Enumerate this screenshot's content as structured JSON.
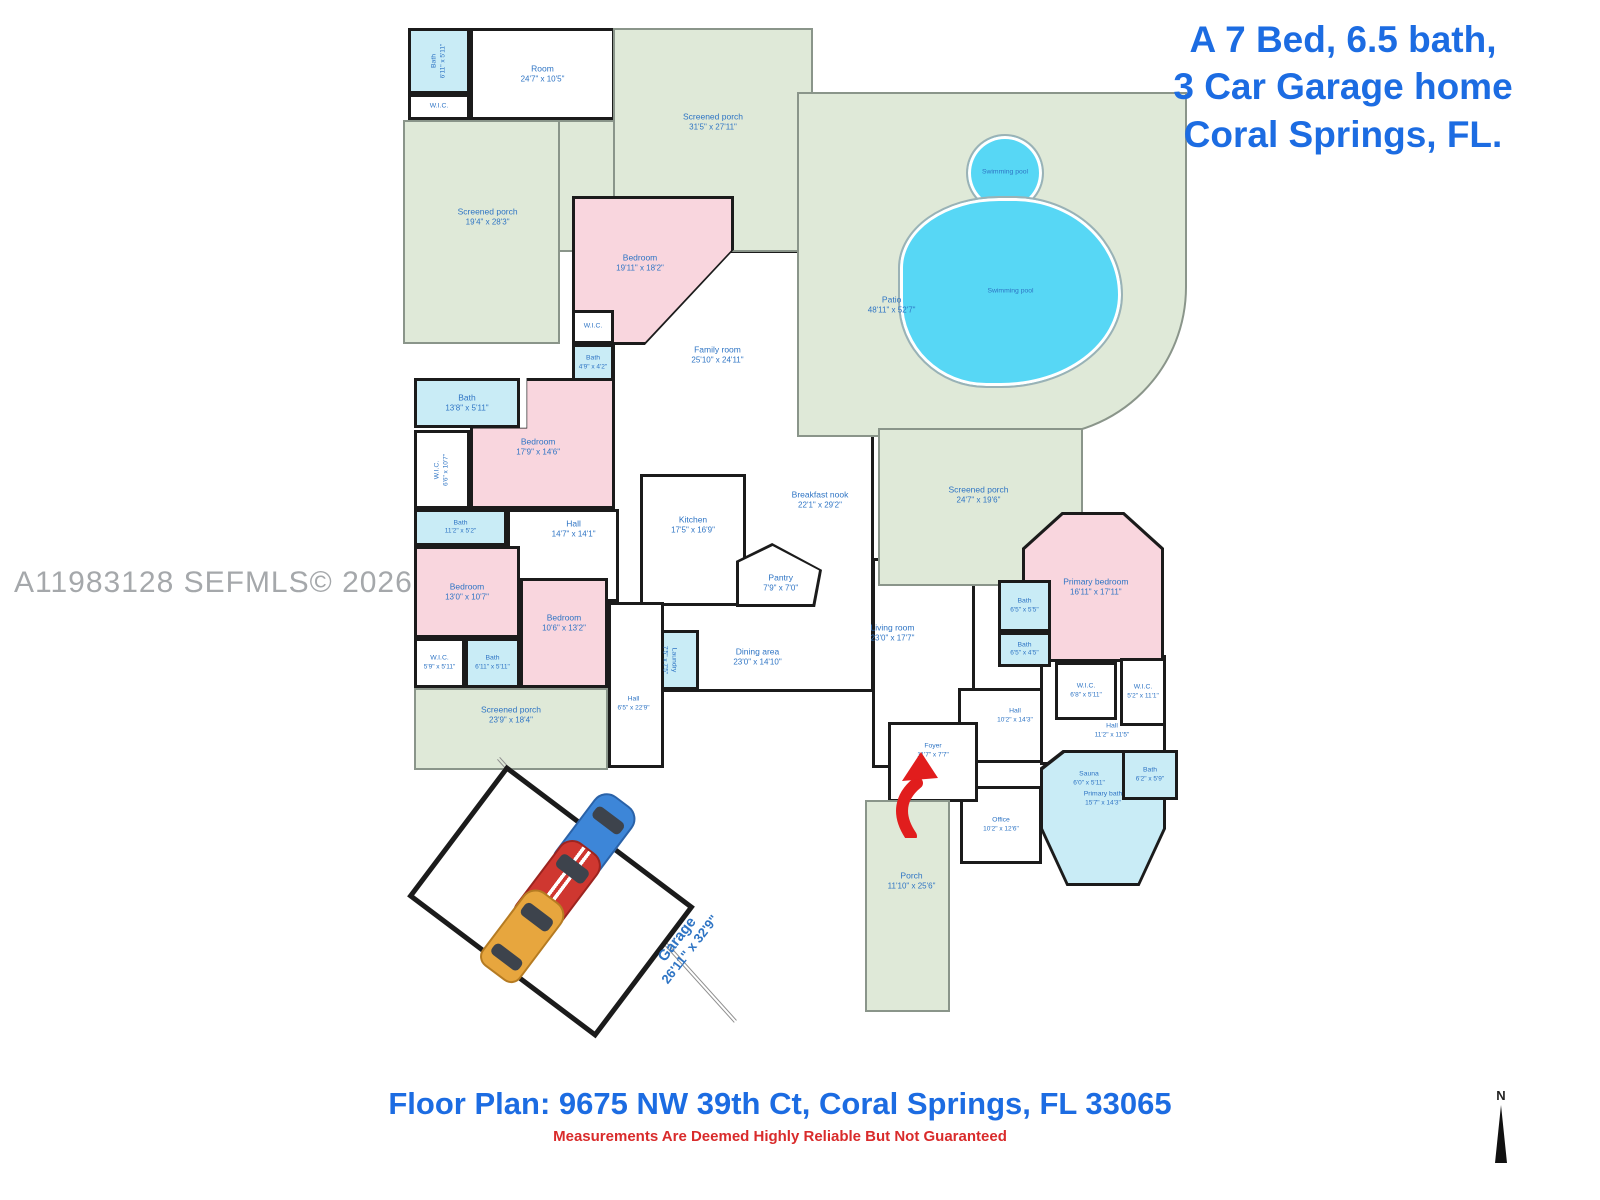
{
  "title": {
    "line1": "A 7 Bed, 6.5 bath,",
    "line2": "3 Car Garage home",
    "line3": "Coral Springs, FL."
  },
  "watermark": "A11983128  SEFMLS© 2026",
  "footer": {
    "address": "Floor Plan: 9675 NW 39th Ct, Coral Springs, FL 33065",
    "disclaimer": "Measurements Are Deemed Highly Reliable But Not Guaranteed"
  },
  "compass": {
    "north_label": "N"
  },
  "garage": {
    "label": "Garage",
    "dims": "26'11\" x 32'9\""
  },
  "colors": {
    "wall": "#1b1b1b",
    "room_label_blue": "#2e74c4",
    "bedroom_pink": "#f9d6de",
    "bath_cyan": "#c9ecf6",
    "porch_green": "#dfe9d8",
    "pool_blue": "#57d7f5",
    "title_blue": "#1c6ce2",
    "disclaimer_red": "#d92b2b",
    "watermark_gray": "#a5a8ab",
    "entry_arrow_red": "#e11d1d"
  },
  "rooms": [
    {
      "id": "bath-top",
      "name": "Bath",
      "dims": "6'11\" x 5'11\""
    },
    {
      "id": "wic-top",
      "name": "W.I.C.",
      "dims": ""
    },
    {
      "id": "room-top",
      "name": "Room",
      "dims": "24'7\" x 10'5\""
    },
    {
      "id": "sp-top",
      "name": "Screened porch",
      "dims": "31'5\" x 27'11\""
    },
    {
      "id": "sp-left",
      "name": "Screened porch",
      "dims": "19'4\" x 28'3\""
    },
    {
      "id": "bedroom1",
      "name": "Bedroom",
      "dims": "19'11\" x 18'2\""
    },
    {
      "id": "wic-b1",
      "name": "W.I.C.",
      "dims": ""
    },
    {
      "id": "bath-b1",
      "name": "Bath",
      "dims": "4'9\" x 4'2\""
    },
    {
      "id": "family",
      "name": "Family room",
      "dims": "25'10\" x 24'11\""
    },
    {
      "id": "patio",
      "name": "Patio",
      "dims": "48'11\" x 52'7\""
    },
    {
      "id": "pool-spa",
      "name": "Swimming pool",
      "dims": ""
    },
    {
      "id": "pool-main",
      "name": "Swimming pool",
      "dims": ""
    },
    {
      "id": "bath2",
      "name": "Bath",
      "dims": "13'8\" x 5'11\""
    },
    {
      "id": "bedroom2",
      "name": "Bedroom",
      "dims": "17'9\" x 14'6\""
    },
    {
      "id": "wic-rot",
      "name": "W.I.C.",
      "dims": "6'6\" x 10'7\""
    },
    {
      "id": "bath3",
      "name": "Bath",
      "dims": "11'2\" x 5'2\""
    },
    {
      "id": "hall1",
      "name": "Hall",
      "dims": "14'7\" x 14'1\""
    },
    {
      "id": "kitchen",
      "name": "Kitchen",
      "dims": "17'5\" x 16'9\""
    },
    {
      "id": "breakfast",
      "name": "Breakfast nook",
      "dims": "22'1\" x 29'2\""
    },
    {
      "id": "pantry",
      "name": "Pantry",
      "dims": "7'9\" x 7'0\""
    },
    {
      "id": "laundry",
      "name": "Laundry",
      "dims": "7'5\" x 7'5\""
    },
    {
      "id": "dining",
      "name": "Dining area",
      "dims": "23'0\" x 14'10\""
    },
    {
      "id": "living",
      "name": "Living room",
      "dims": "23'0\" x 17'7\""
    },
    {
      "id": "sp-right",
      "name": "Screened porch",
      "dims": "24'7\" x 19'6\""
    },
    {
      "id": "bedroom3",
      "name": "Bedroom",
      "dims": "13'0\" x 10'7\""
    },
    {
      "id": "bedroom4",
      "name": "Bedroom",
      "dims": "10'6\" x 13'2\""
    },
    {
      "id": "wic2",
      "name": "W.I.C.",
      "dims": "5'9\" x 5'11\""
    },
    {
      "id": "bath4",
      "name": "Bath",
      "dims": "6'11\" x 5'11\""
    },
    {
      "id": "sp-bottom",
      "name": "Screened porch",
      "dims": "23'9\" x 18'4\""
    },
    {
      "id": "hall2",
      "name": "Hall",
      "dims": "6'5\" x 22'9\""
    },
    {
      "id": "primary-bedroom",
      "name": "Primary bedroom",
      "dims": "16'11\" x 17'11\""
    },
    {
      "id": "bath5",
      "name": "Bath",
      "dims": "6'5\" x 5'5\""
    },
    {
      "id": "bath6",
      "name": "Bath",
      "dims": "6'5\" x 4'5\""
    },
    {
      "id": "wic3",
      "name": "W.I.C.",
      "dims": "6'8\" x 5'11\""
    },
    {
      "id": "wic4",
      "name": "W.I.C.",
      "dims": "5'2\" x 11'1\""
    },
    {
      "id": "hall3",
      "name": "Hall",
      "dims": "10'2\" x 14'3\""
    },
    {
      "id": "hall4",
      "name": "Hall",
      "dims": "11'2\" x 11'5\""
    },
    {
      "id": "sauna",
      "name": "Sauna",
      "dims": "6'0\" x 5'11\""
    },
    {
      "id": "primary-bath",
      "name": "Primary bath",
      "dims": "15'7\" x 14'3\""
    },
    {
      "id": "bath7",
      "name": "Bath",
      "dims": "6'2\" x 5'9\""
    },
    {
      "id": "office",
      "name": "Office",
      "dims": "10'2\" x 12'6\""
    },
    {
      "id": "foyer",
      "name": "Foyer",
      "dims": "11'7\" x 7'7\""
    },
    {
      "id": "porch",
      "name": "Porch",
      "dims": "11'10\" x 25'6\""
    }
  ]
}
